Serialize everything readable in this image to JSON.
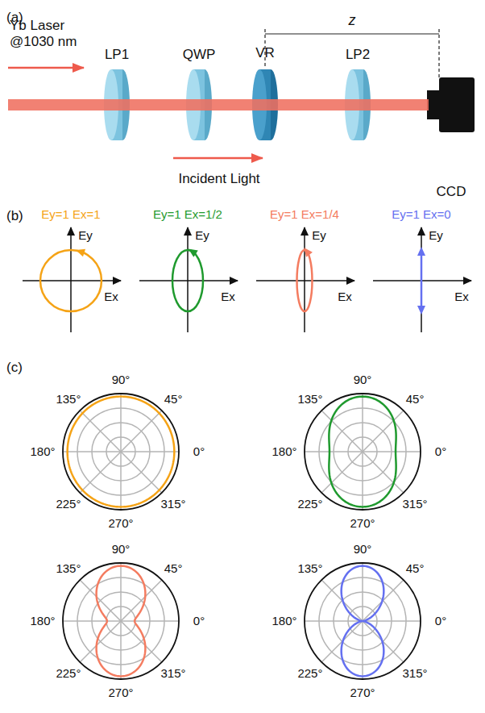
{
  "diagram": {
    "labels": [
      "(a)",
      "Yb Laser @1030 nm",
      "LP1",
      "QWP",
      "VR",
      "LP2",
      "CCD",
      "Incident Light",
      "z",
      "(b)",
      "Ey=1 Ex=1",
      "Ey=1 Ex=1/2",
      "Ey=1 Ex=1/4",
      "Ey=1 Ex=0",
      "Ey",
      "Ex",
      "Ey",
      "Ex",
      "Ey",
      "Ex",
      "Ey",
      "Ex",
      "(c)",
      "90°",
      "45°",
      "0°",
      "315°",
      "270°",
      "225°",
      "180°",
      "135°",
      "90°",
      "45°",
      "0°",
      "315°",
      "270°",
      "225°",
      "180°",
      "135°",
      "90°",
      "45°",
      "0°",
      "315°",
      "270°",
      "225°",
      "180°",
      "135°",
      "90°",
      "45°",
      "0°",
      "315°",
      "270°",
      "225°",
      "180°",
      "135°"
    ]
  }
}
